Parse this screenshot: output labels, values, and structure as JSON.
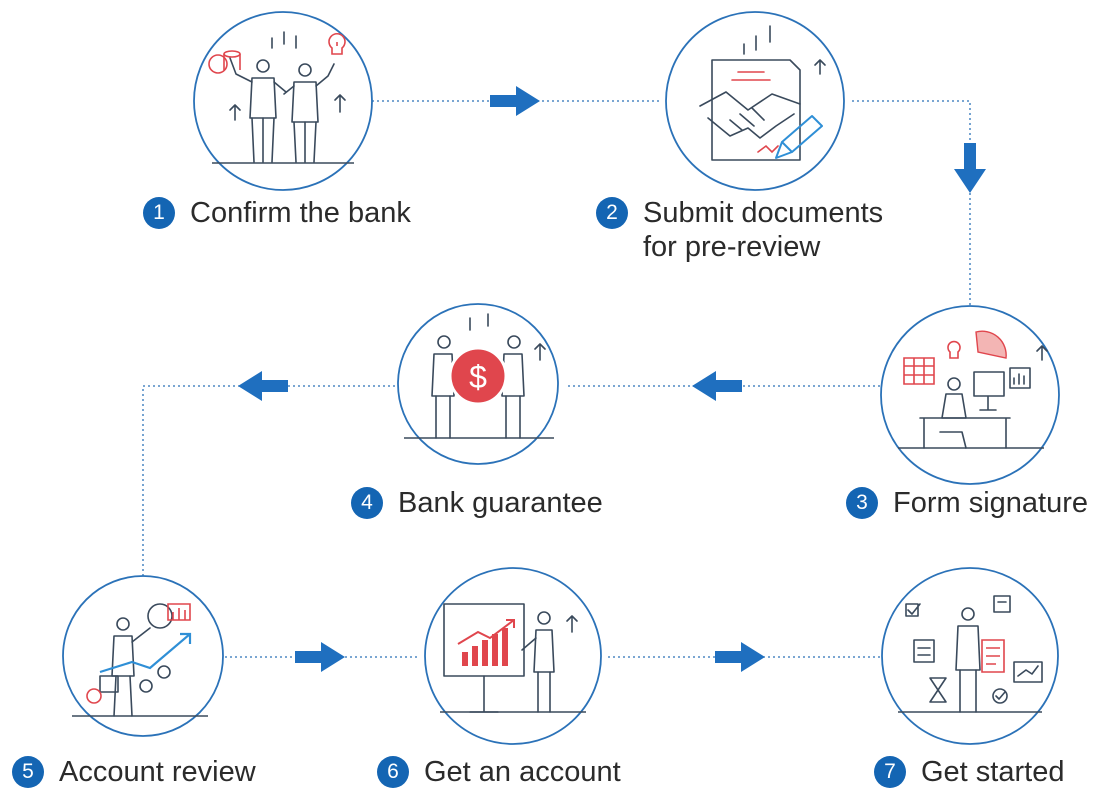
{
  "colors": {
    "accent": "#1465b3",
    "arrow": "#1f6fbf",
    "line_art": "#3a4a5c",
    "highlight_red": "#e0464d",
    "circle_stroke": "#2b72b8",
    "text": "#2b2b2b"
  },
  "steps": [
    {
      "number": "1",
      "label_lines": [
        "Confirm the bank"
      ],
      "illustration": "businessmen-bulb-coins-icon"
    },
    {
      "number": "2",
      "label_lines": [
        "Submit documents",
        "for pre-review"
      ],
      "illustration": "handshake-document-pen-icon"
    },
    {
      "number": "3",
      "label_lines": [
        "Form signature"
      ],
      "illustration": "desk-computer-calendar-icon"
    },
    {
      "number": "4",
      "label_lines": [
        "Bank guarantee"
      ],
      "illustration": "dollar-coin-agreement-icon"
    },
    {
      "number": "5",
      "label_lines": [
        "Account review"
      ],
      "illustration": "magnifier-growth-chart-icon"
    },
    {
      "number": "6",
      "label_lines": [
        "Get an account"
      ],
      "illustration": "presentation-board-chart-icon"
    },
    {
      "number": "7",
      "label_lines": [
        "Get started"
      ],
      "illustration": "clipboard-checklist-icon"
    }
  ]
}
